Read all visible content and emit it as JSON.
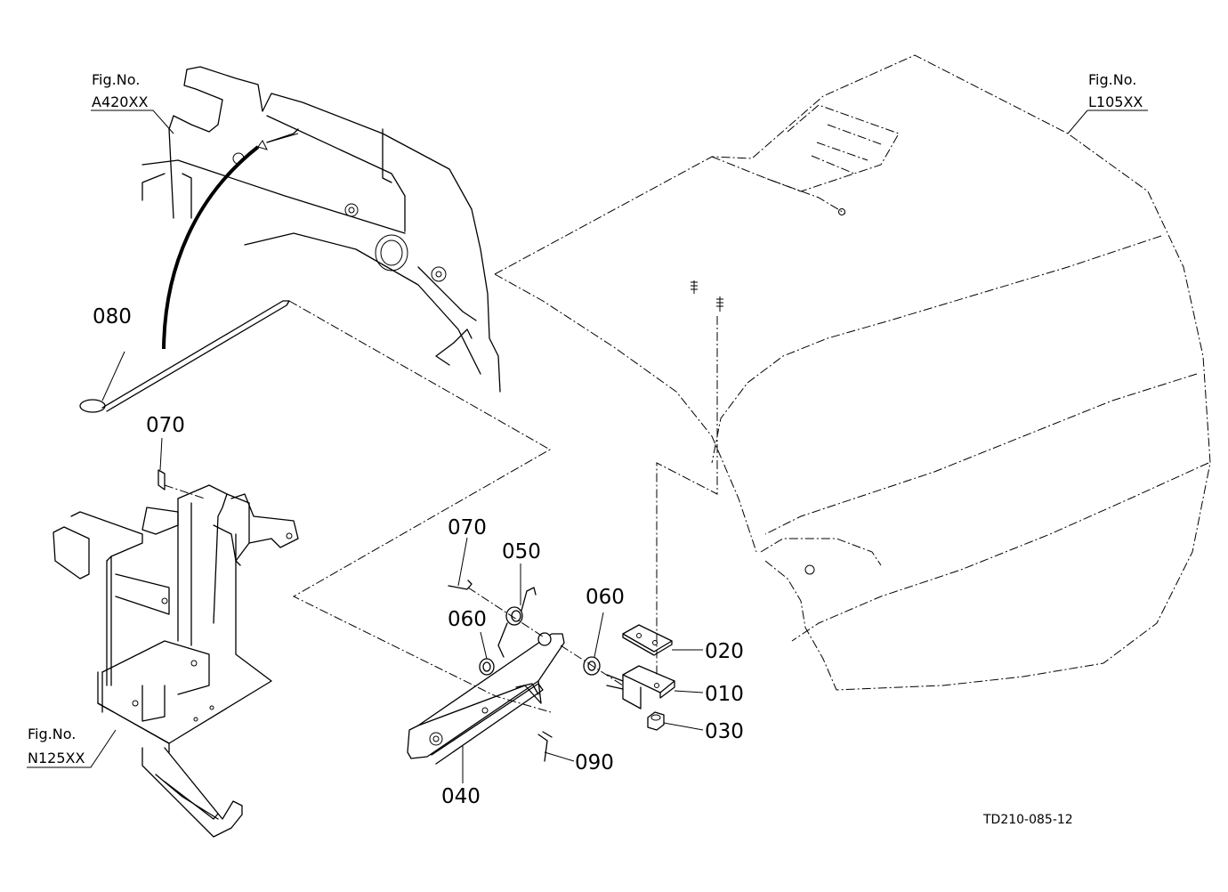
{
  "references": [
    {
      "key": "a420",
      "line1": "Fig.No.",
      "line2": "A420XX"
    },
    {
      "key": "l105",
      "line1": "Fig.No.",
      "line2": "L105XX"
    },
    {
      "key": "n125",
      "line1": "Fig.No.",
      "line2": "N125XX"
    }
  ],
  "parts": {
    "p010": "010",
    "p020": "020",
    "p030": "030",
    "p040": "040",
    "p050": "050",
    "p060a": "060",
    "p060b": "060",
    "p070a": "070",
    "p070b": "070",
    "p080": "080",
    "p090": "090"
  },
  "drawing_code": "TD210-085-12"
}
